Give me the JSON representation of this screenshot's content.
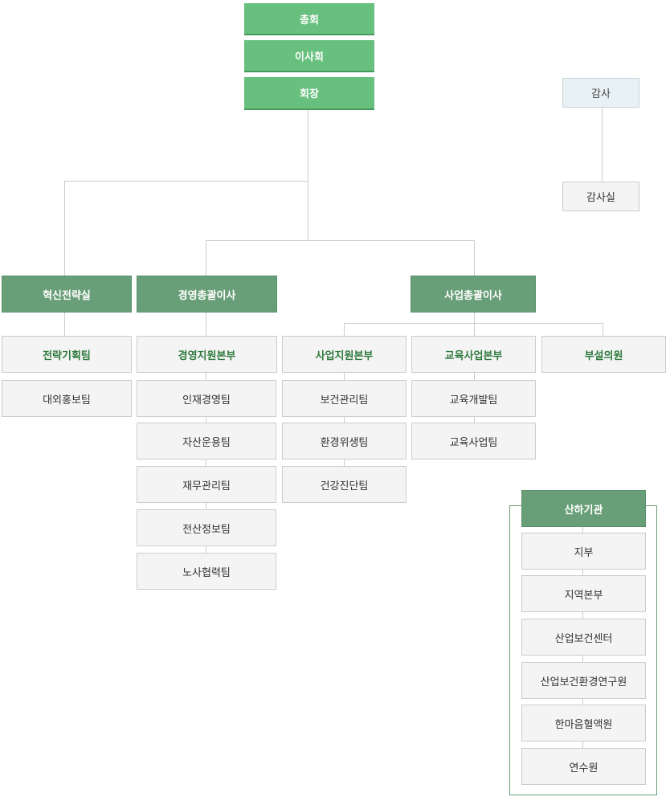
{
  "top": {
    "general_meeting": "총회",
    "board": "이사회",
    "chairman": "회장"
  },
  "audit": {
    "auditor": "감사",
    "audit_office": "감사실"
  },
  "innovation": {
    "title": "혁신전략실",
    "teams": [
      "전략기획팀",
      "대외홍보팀"
    ]
  },
  "management": {
    "title": "경영총괄이사",
    "hq": "경영지원본부",
    "teams": [
      "인재경영팀",
      "자산운용팀",
      "재무관리팀",
      "전산정보팀",
      "노사협력팀"
    ]
  },
  "business": {
    "title": "사업총괄이사",
    "hq_business": "사업지원본부",
    "business_teams": [
      "보건관리팀",
      "환경위생팀",
      "건강진단팀"
    ],
    "hq_education": "교육사업본부",
    "education_teams": [
      "교육개발팀",
      "교육사업팀"
    ],
    "clinic": "부설의원"
  },
  "affiliates": {
    "title": "산하기관",
    "items": [
      "지부",
      "지역본부",
      "산업보건센터",
      "산업보건환경연구원",
      "한마음혈액원",
      "연수원"
    ]
  }
}
